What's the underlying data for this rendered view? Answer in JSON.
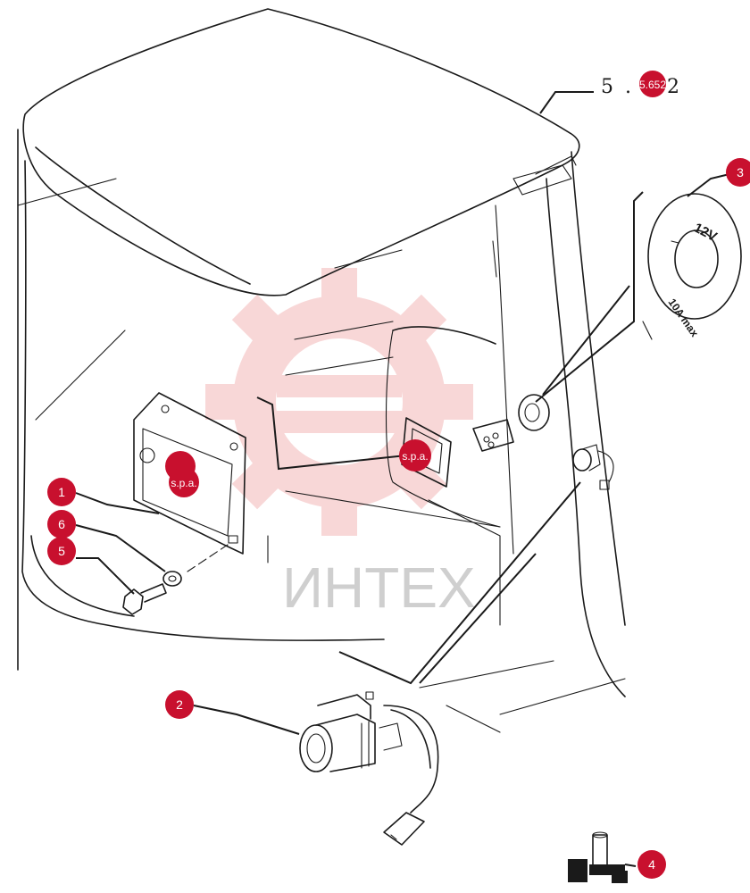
{
  "reference_code": "5 . 5 2",
  "overlay_badge": "5.652",
  "socket_ring_text": {
    "voltage": "12V",
    "current": "10A max"
  },
  "watermark": {
    "text": "ИНТЕХ",
    "badge_text": "s.p.a."
  },
  "callouts": [
    {
      "number": "1"
    },
    {
      "number": "2"
    },
    {
      "number": "3"
    },
    {
      "number": "4"
    },
    {
      "number": "5"
    },
    {
      "number": "6"
    }
  ],
  "colors": {
    "callout": "#c8102e",
    "watermark_gear": "#f3c2c2",
    "line": "#1a1a1a"
  }
}
